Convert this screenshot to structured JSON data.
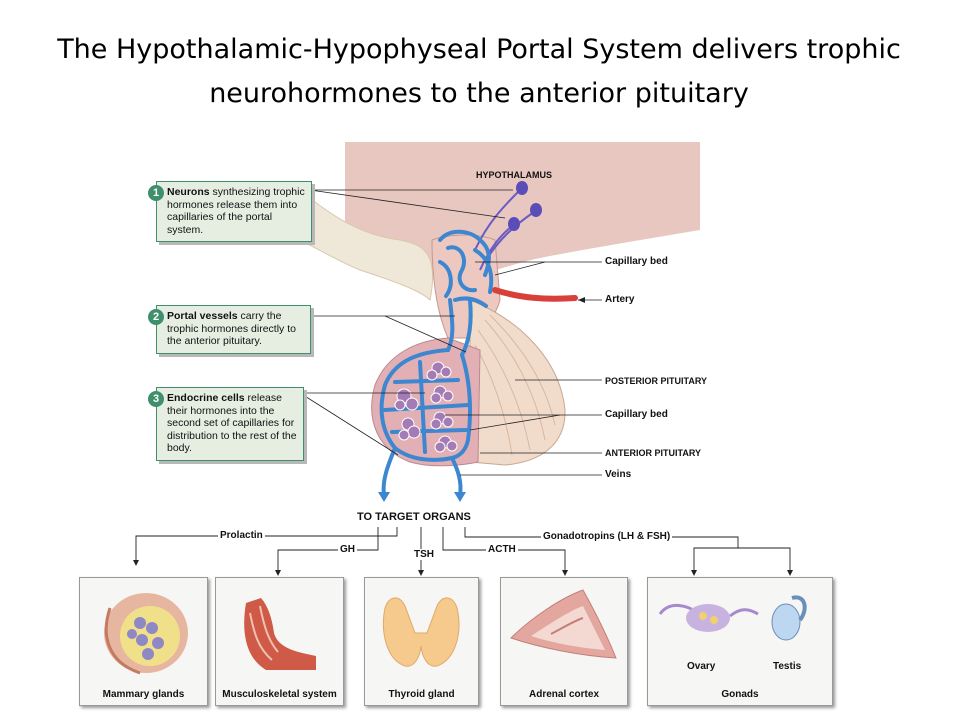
{
  "title": {
    "line1": "The Hypothalamic-Hypophyseal Portal System delivers trophic",
    "line2": "neurohormones to the anterior pituitary"
  },
  "callouts": [
    {
      "number": "1",
      "bold": "Neurons",
      "rest": " synthesizing trophic hormones release them into capillaries of the portal system."
    },
    {
      "number": "2",
      "bold": "Portal vessels",
      "rest": " carry the trophic hormones directly to the anterior pituitary."
    },
    {
      "number": "3",
      "bold": "Endocrine cells",
      "rest": " release their hormones into the second set of capillaries for distribution to the rest of the body."
    }
  ],
  "labels": {
    "hypothalamus": "HYPOTHALAMUS",
    "capillary_bed_1": "Capillary bed",
    "artery": "Artery",
    "posterior_pituitary": "POSTERIOR PITUITARY",
    "capillary_bed_2": "Capillary bed",
    "anterior_pituitary": "ANTERIOR PITUITARY",
    "veins": "Veins",
    "to_target_organs": "TO TARGET ORGANS"
  },
  "hormones": {
    "prolactin": "Prolactin",
    "gh": "GH",
    "tsh": "TSH",
    "acth": "ACTH",
    "gonadotropins": "Gonadotropins (LH & FSH)"
  },
  "targets": [
    {
      "label": "Mammary glands"
    },
    {
      "label": "Musculoskeletal system"
    },
    {
      "label": "Thyroid gland"
    },
    {
      "label": "Adrenal cortex"
    },
    {
      "label": "Gonads",
      "sub": [
        "Ovary",
        "Testis"
      ]
    }
  ],
  "colors": {
    "callout_border": "#3f8f6c",
    "callout_fill": "#e6eee2",
    "vessel_blue": "#3d86d0",
    "neuron_purple": "#6a5bc4",
    "artery_red": "#d8413a",
    "tissue_pink": "#e9c2bd"
  }
}
